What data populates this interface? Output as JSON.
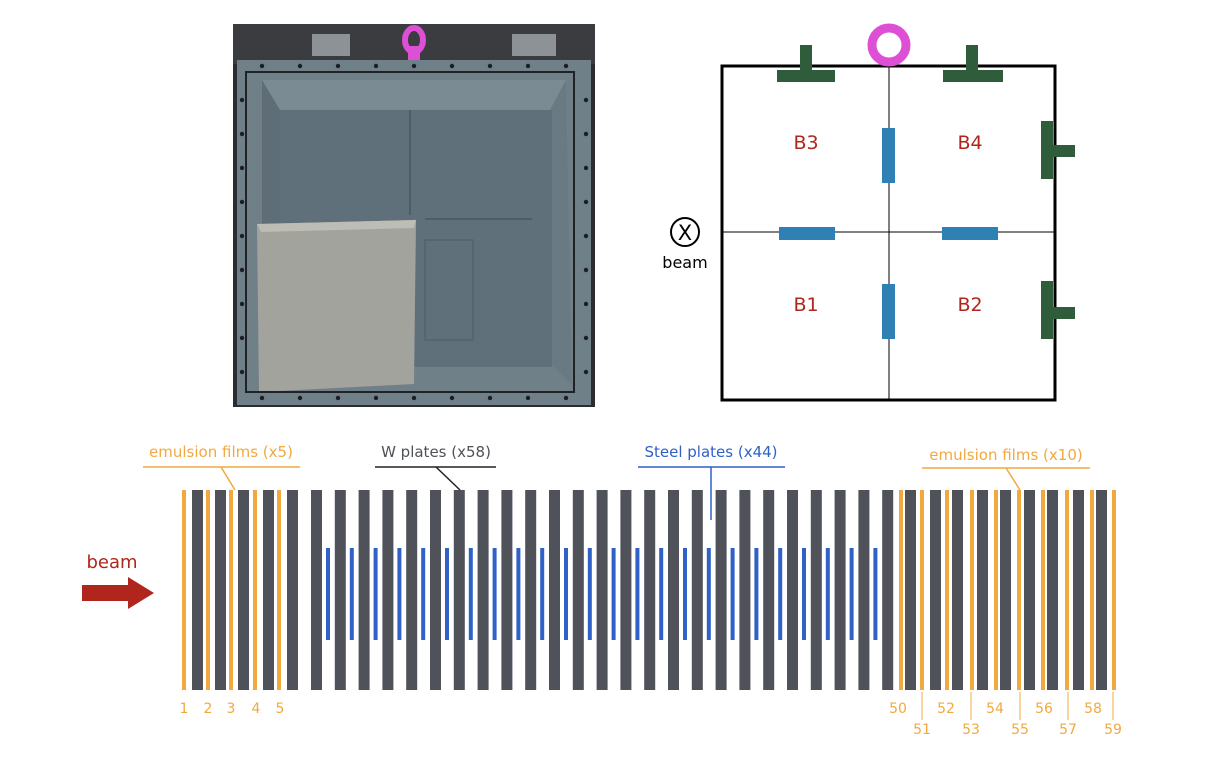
{
  "colors": {
    "orange": "#f1a93f",
    "gray": "#4f5258",
    "blue": "#2f61c7",
    "red": "#b0261c",
    "green": "#2f5d3b",
    "brick": "#2f81b5",
    "magenta": "#dd50d6",
    "photoBox": "#6f8089",
    "photoFloor": "#60707a",
    "photoSlab": "#a3a39d",
    "photoFrame": "#2b2c2f"
  },
  "diagram": {
    "bricks": [
      {
        "label": "B3"
      },
      {
        "label": "B4"
      },
      {
        "label": "B1"
      },
      {
        "label": "B2"
      }
    ],
    "beam_symbol": "X",
    "beam_label": "beam"
  },
  "stack": {
    "beam_label": "beam",
    "labels": [
      {
        "text": "emulsion films (x5)",
        "color": "orange"
      },
      {
        "text": "W plates (x58)",
        "color": "gray"
      },
      {
        "text": "Steel plates (x44)",
        "color": "blue"
      },
      {
        "text": "emulsion films (x10)",
        "color": "orange"
      }
    ],
    "film_numbers_left": [
      "1",
      "2",
      "3",
      "4",
      "5"
    ],
    "film_numbers_right": [
      "50",
      "51",
      "52",
      "53",
      "54",
      "55",
      "56",
      "57",
      "58",
      "59"
    ]
  }
}
